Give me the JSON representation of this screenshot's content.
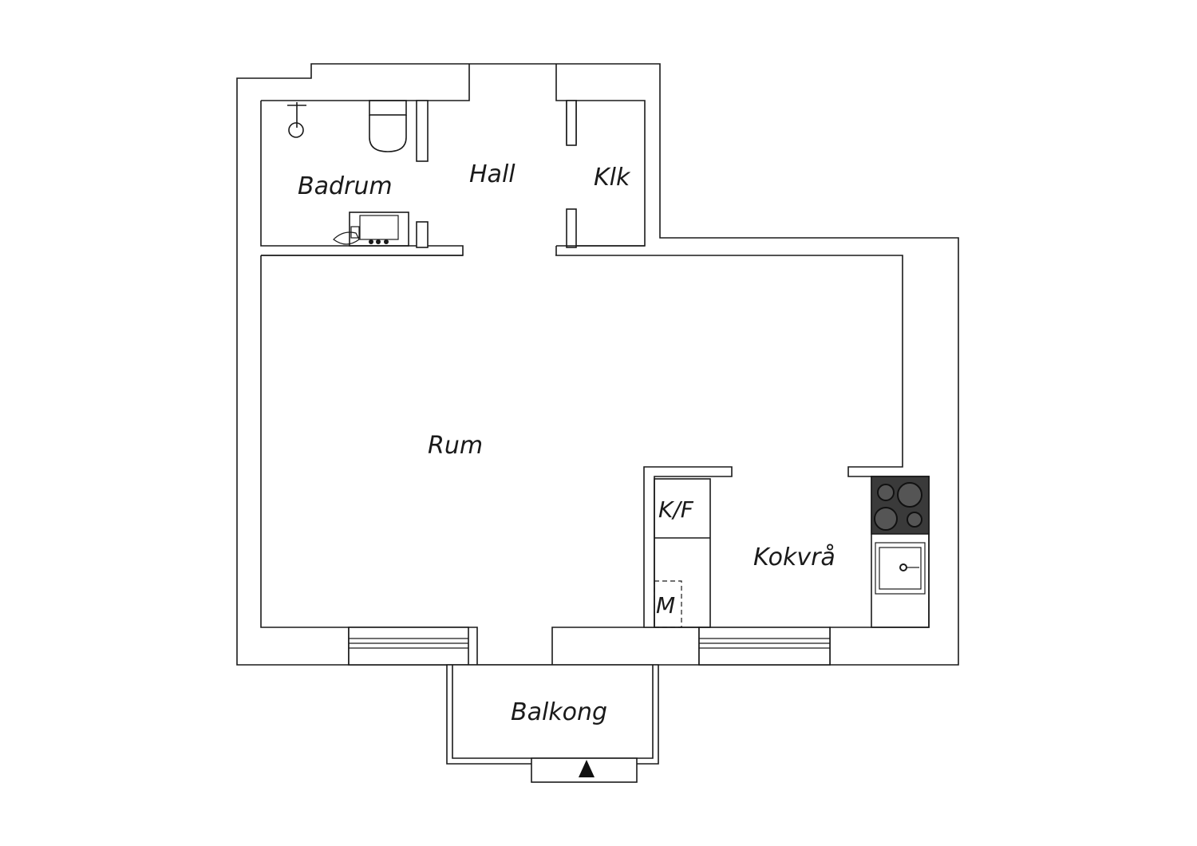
{
  "rooms": {
    "badrum": "Badrum",
    "hall": "Hall",
    "klk": "Klk",
    "rum": "Rum",
    "kokvra": "Kokvrå",
    "balkong": "Balkong"
  },
  "fixtures": {
    "fridge_freezer": "K/F",
    "microwave": "M"
  },
  "icons": {
    "entrance": "arrow-up-icon",
    "stove": "stove-icon",
    "sink": "sink-icon",
    "toilet": "toilet-icon",
    "shower": "shower-icon",
    "washbasin": "washbasin-icon"
  },
  "colors": {
    "line": "#1a1a1a",
    "stove_fill": "#3a3a3a",
    "background": "#ffffff"
  }
}
